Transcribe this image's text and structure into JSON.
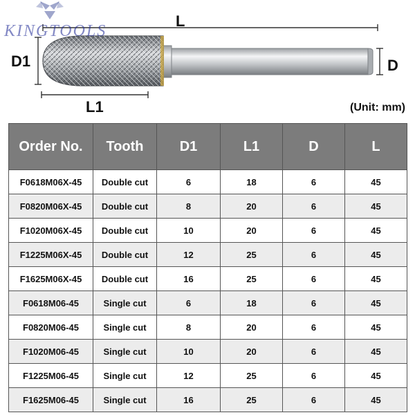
{
  "brand": {
    "logo_text": "KINGTOOLS"
  },
  "diagram": {
    "label_L": "L",
    "label_D1": "D1",
    "label_L1": "L1",
    "label_D": "D"
  },
  "unit_note": "(Unit: mm)",
  "table": {
    "headers": [
      "Order No.",
      "Tooth",
      "D1",
      "L1",
      "D",
      "L"
    ],
    "rows": [
      [
        "F0618M06X-45",
        "Double cut",
        "6",
        "18",
        "6",
        "45"
      ],
      [
        "F0820M06X-45",
        "Double cut",
        "8",
        "20",
        "6",
        "45"
      ],
      [
        "F1020M06X-45",
        "Double cut",
        "10",
        "20",
        "6",
        "45"
      ],
      [
        "F1225M06X-45",
        "Double cut",
        "12",
        "25",
        "6",
        "45"
      ],
      [
        "F1625M06X-45",
        "Double cut",
        "16",
        "25",
        "6",
        "45"
      ],
      [
        "F0618M06-45",
        "Single cut",
        "6",
        "18",
        "6",
        "45"
      ],
      [
        "F0820M06-45",
        "Single cut",
        "8",
        "20",
        "6",
        "45"
      ],
      [
        "F1020M06-45",
        "Single cut",
        "10",
        "20",
        "6",
        "45"
      ],
      [
        "F1225M06-45",
        "Single cut",
        "12",
        "25",
        "6",
        "45"
      ],
      [
        "F1625M06-45",
        "Single cut",
        "16",
        "25",
        "6",
        "45"
      ]
    ]
  }
}
